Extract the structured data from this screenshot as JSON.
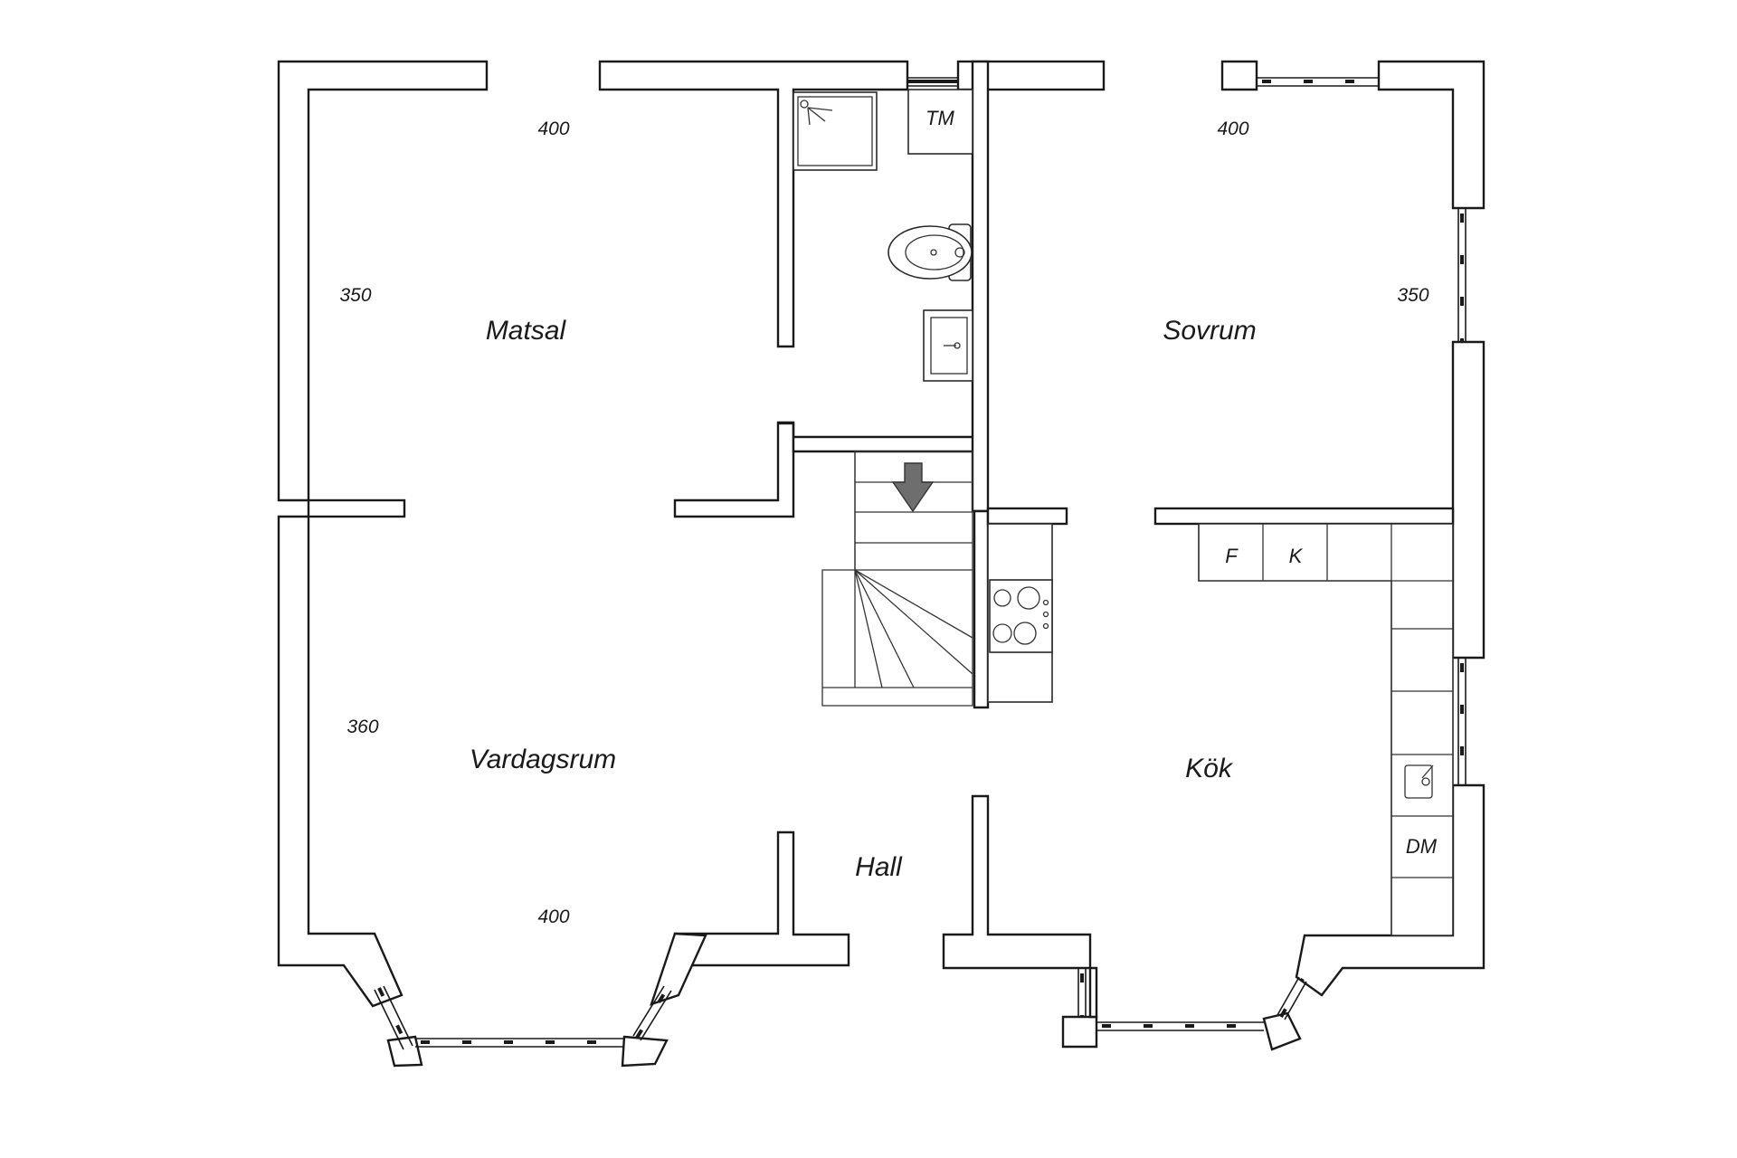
{
  "rooms": {
    "dining": "Matsal",
    "bedroom": "Sovrum",
    "living": "Vardagsrum",
    "kitchen": "Kök",
    "hall": "Hall"
  },
  "dimensions": {
    "dining_width": "400",
    "dining_depth": "350",
    "bedroom_width": "400",
    "bedroom_depth": "350",
    "living_depth": "360",
    "living_width": "400"
  },
  "fixtures": {
    "laundry": "TM",
    "fridge": "F",
    "freezer": "K",
    "dishwasher": "DM"
  },
  "icons": {
    "stairs": "stair-arrow-down",
    "shower": "shower-tray",
    "toilet": "toilet",
    "basin": "wash-basin",
    "stove": "cooktop",
    "sink": "kitchen-sink"
  },
  "colors": {
    "wall_stroke": "#1a1a1a",
    "arrow_fill": "#6e6e6e"
  }
}
